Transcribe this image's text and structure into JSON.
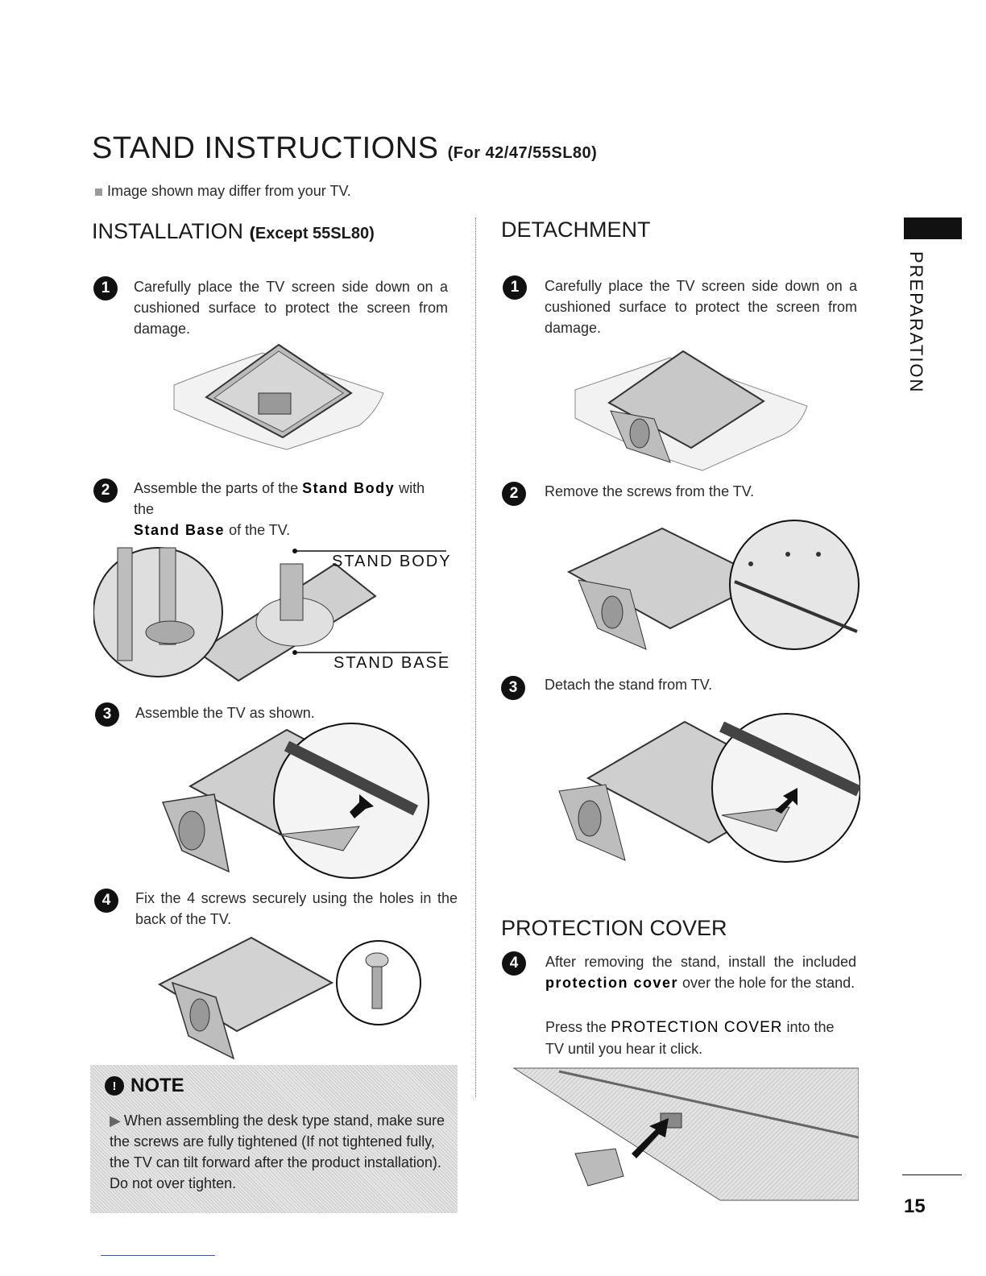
{
  "title": {
    "main": "STAND INSTRUCTIONS",
    "sub": "(For 42/47/55SL80)"
  },
  "image_note": "Image shown may differ from your TV.",
  "installation": {
    "heading": "INSTALLATION",
    "heading_sub": "(Except 55SL80)",
    "steps": [
      {
        "num": "1",
        "text": "Carefully place the TV screen side down on a cushioned surface to protect the screen from damage."
      },
      {
        "num": "2",
        "text_a": "Assemble the parts of the",
        "em_a": "Stand Body",
        "text_b": "with the",
        "em_b": "Stand Base",
        "text_c": "of the TV."
      },
      {
        "num": "3",
        "text": "Assemble the TV as shown."
      },
      {
        "num": "4",
        "text": "Fix the 4 screws securely using the holes in the back of the TV."
      }
    ],
    "callouts": {
      "stand_body": "STAND BODY",
      "stand_base": "STAND BASE"
    }
  },
  "note": {
    "title": "NOTE",
    "text": "When assembling the desk type stand, make sure the screws are fully tightened (If not tightened fully, the TV can tilt forward after the product installation). Do not over tighten."
  },
  "detachment": {
    "heading": "DETACHMENT",
    "steps": [
      {
        "num": "1",
        "text": "Carefully place the TV screen side down on a cushioned surface to protect the screen from damage."
      },
      {
        "num": "2",
        "text": "Remove the screws from the TV."
      },
      {
        "num": "3",
        "text": "Detach the stand from TV."
      }
    ]
  },
  "protection": {
    "heading": "PROTECTION COVER",
    "step_num": "4",
    "text_a": "After removing the stand, install the included",
    "em_a": "protection cover",
    "text_b": "over the hole for the stand.",
    "text_c": "Press the",
    "em_c": "PROTECTION COVER",
    "text_d": "into the TV until you hear it click."
  },
  "side_tab": "PREPARATION",
  "page_number": "15"
}
